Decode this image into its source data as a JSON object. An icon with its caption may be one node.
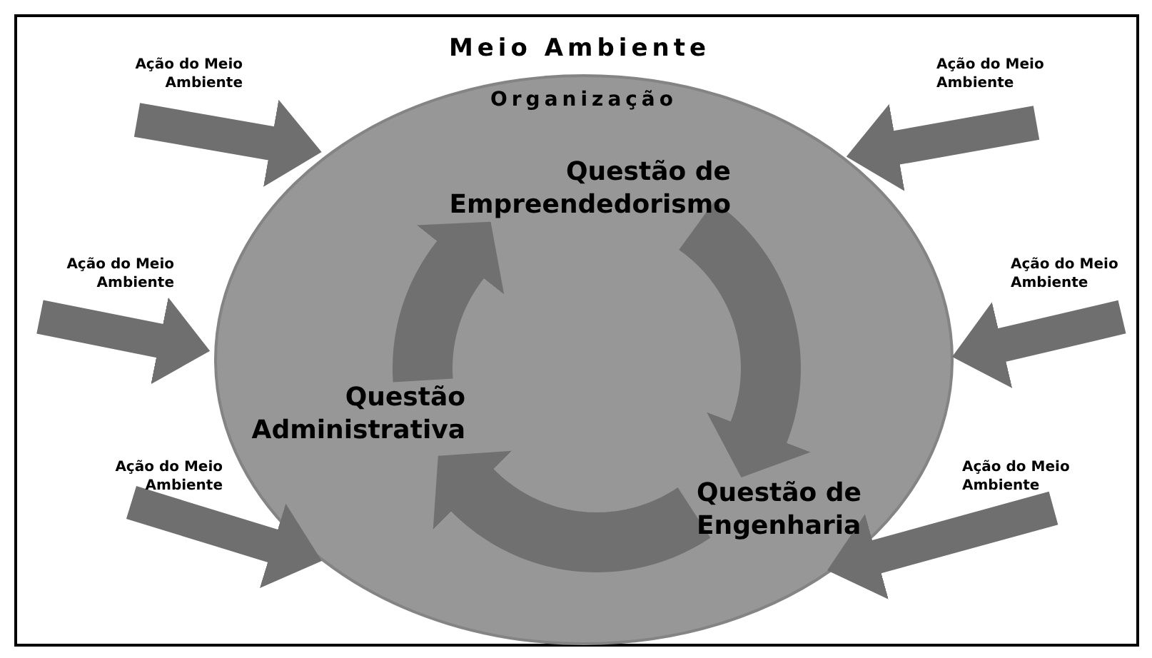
{
  "diagram": {
    "nodes": [
      {
        "text": [
          "Meio Ambiente"
        ]
      },
      {
        "text": [
          "Organização"
        ],
        "in": 0
      },
      {
        "text": [
          "Questão de Empreendedorismo"
        ],
        "in": 1
      },
      {
        "text": [
          "Questão de Engenharia"
        ],
        "in": 1
      },
      {
        "text": [
          "Questão Administrativa"
        ],
        "in": 1
      }
    ],
    "edges": [
      {
        "from": 4,
        "to": 2,
        "arrow": "to"
      },
      {
        "from": 2,
        "to": 3,
        "arrow": "to"
      },
      {
        "from": 3,
        "to": 4,
        "arrow": "to"
      },
      {
        "from": null,
        "to": 1,
        "arrow": "to",
        "label": "Ação do Meio Ambiente"
      },
      {
        "from": null,
        "to": 1,
        "arrow": "to",
        "label": "Ação do Meio Ambiente"
      },
      {
        "from": null,
        "to": 1,
        "arrow": "to",
        "label": "Ação do Meio Ambiente"
      },
      {
        "from": null,
        "to": 1,
        "arrow": "to",
        "label": "Ação do Meio Ambiente"
      },
      {
        "from": null,
        "to": 1,
        "arrow": "to",
        "label": "Ação do Meio Ambiente"
      },
      {
        "from": null,
        "to": 1,
        "arrow": "to",
        "label": "Ação do Meio Ambiente"
      }
    ]
  }
}
